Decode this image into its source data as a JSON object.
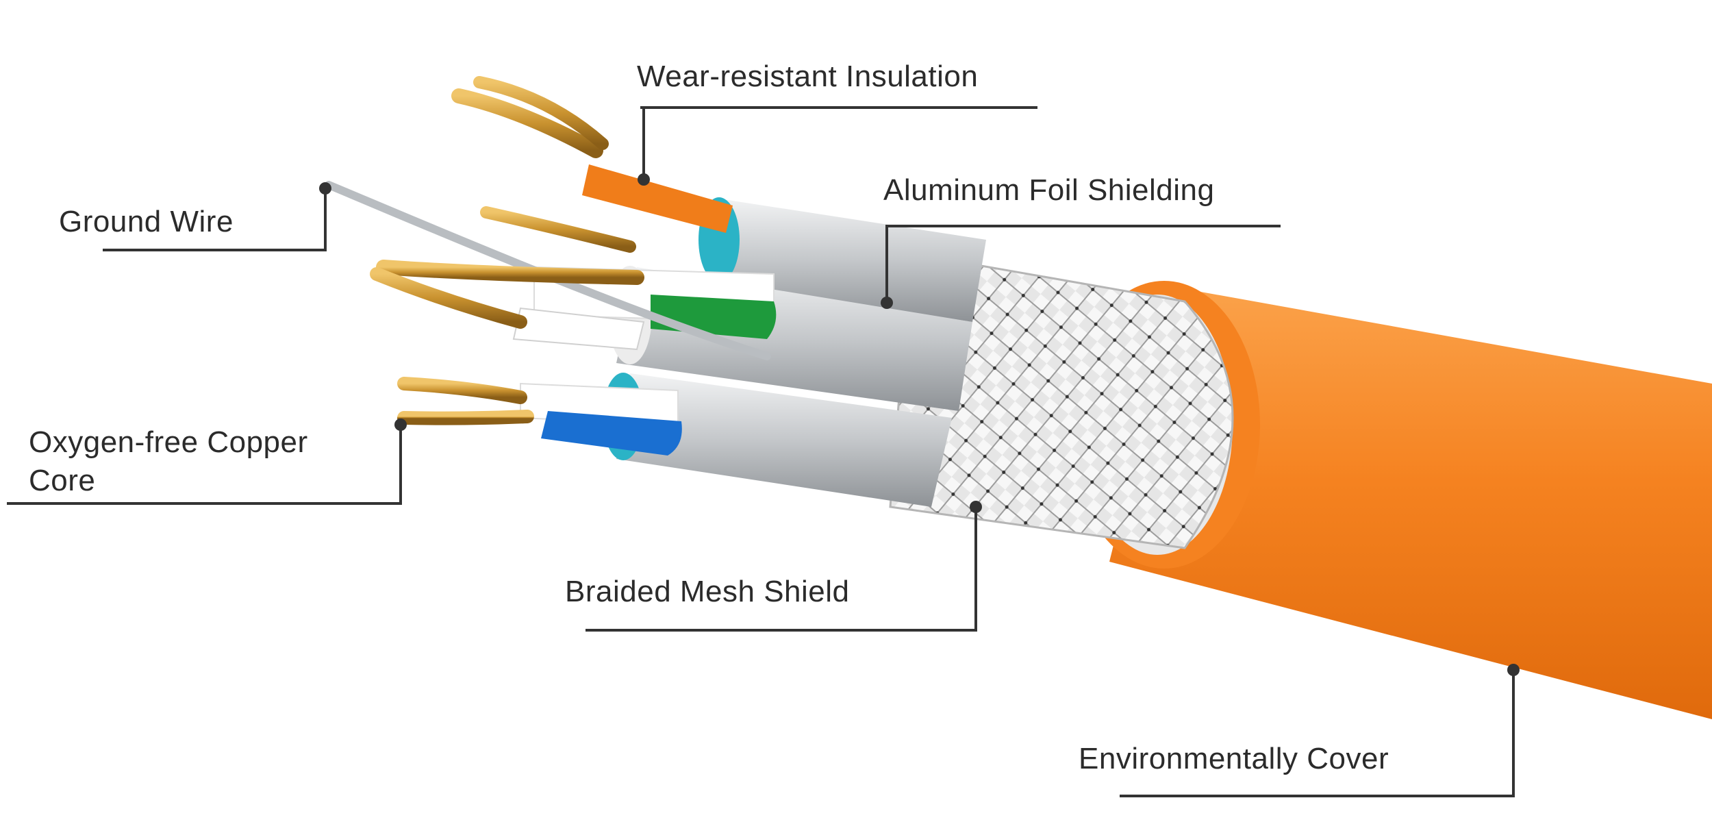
{
  "labels": {
    "wear_insulation": "Wear-resistant Insulation",
    "foil_shielding": "Aluminum Foil Shielding",
    "ground_wire": "Ground Wire",
    "copper_core_line1": "Oxygen-free Copper",
    "copper_core_line2": "Core",
    "braided_shield": "Braided Mesh Shield",
    "cover": "Environmentally Cover"
  },
  "colors": {
    "jacket": "#f58220",
    "foil": "#c9cbcd",
    "braid": "#d9d9d9",
    "copper": "#c9922f",
    "pair_green": "#1e9a3c",
    "pair_blue": "#1a6fd1",
    "pair_orange": "#f07d1a",
    "leader": "#333333"
  }
}
